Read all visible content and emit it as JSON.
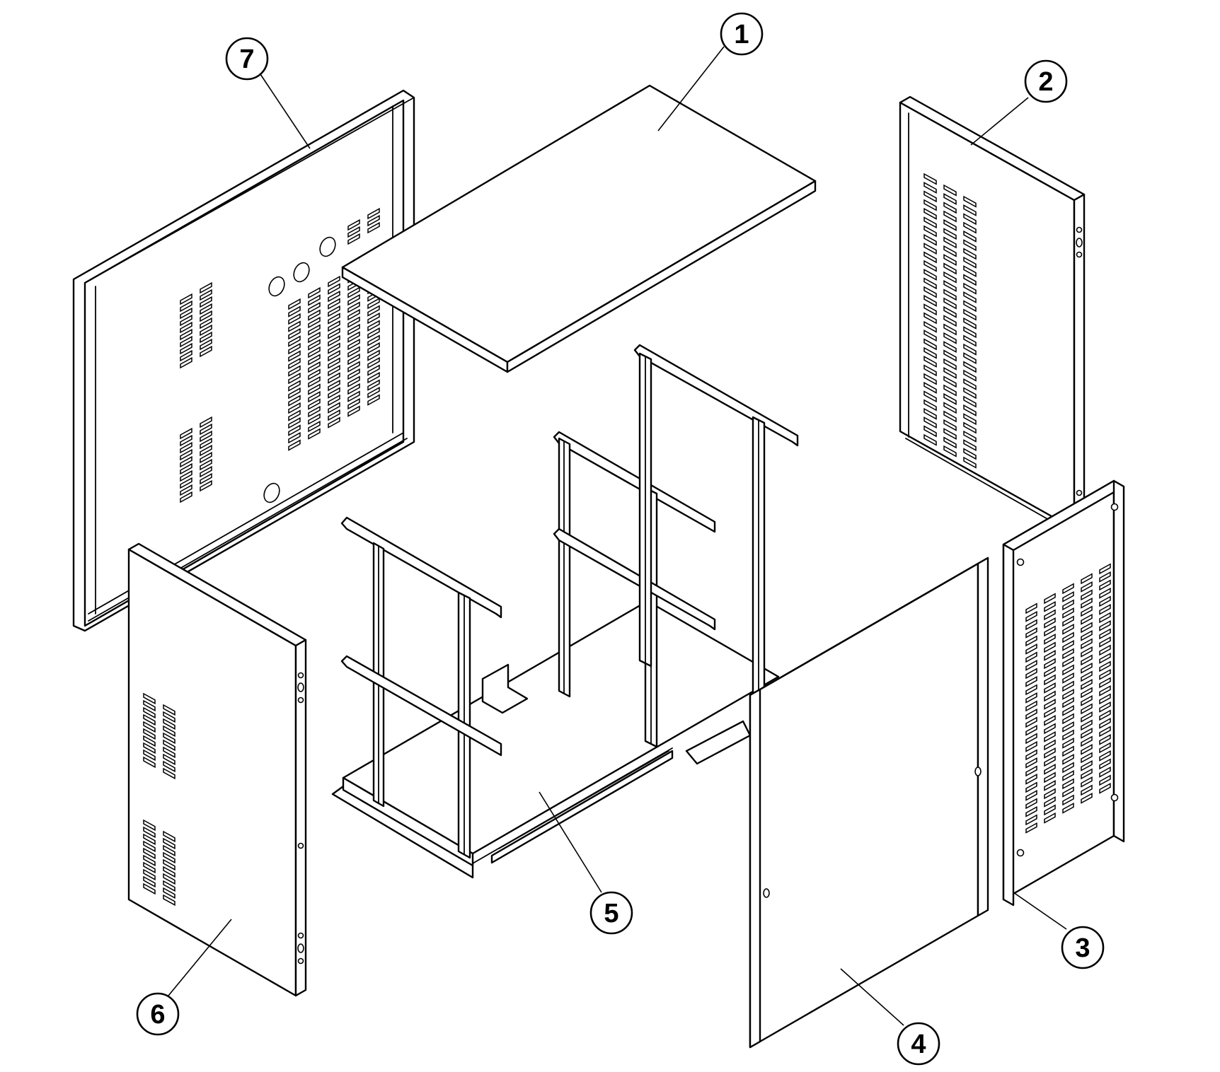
{
  "diagram": {
    "type": "exploded-assembly",
    "line_color": "#000000",
    "background": "#ffffff",
    "parts": [
      {
        "id": "top-panel",
        "callout": "1"
      },
      {
        "id": "rear-right-side-panel",
        "callout": "2"
      },
      {
        "id": "right-vented-panel",
        "callout": "3"
      },
      {
        "id": "front-door-panel",
        "callout": "4"
      },
      {
        "id": "base-frame",
        "callout": "5"
      },
      {
        "id": "left-side-panel",
        "callout": "6"
      },
      {
        "id": "rear-panel",
        "callout": "7"
      }
    ]
  }
}
